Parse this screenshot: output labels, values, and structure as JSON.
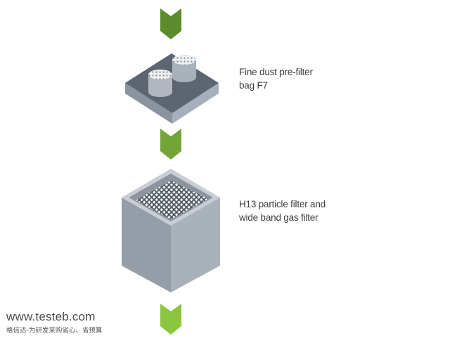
{
  "stages": [
    {
      "label_lines": [
        "Fine dust pre-filter",
        "bag F7"
      ],
      "icon": "prefilter-plate-icon"
    },
    {
      "label_lines": [
        "H13 particle filter and",
        "wide band gas filter"
      ],
      "icon": "cube-filter-icon"
    }
  ],
  "arrows": [
    {
      "icon": "chevron-down-arrow-icon",
      "color": "#5b8b2b"
    },
    {
      "icon": "chevron-down-arrow-icon",
      "color": "#72a535"
    },
    {
      "icon": "chevron-down-arrow-icon",
      "color": "#8cc63f"
    }
  ],
  "watermark": {
    "url": "www.testeb.com",
    "tagline": "格信达-为研发采购省心、省预算"
  }
}
